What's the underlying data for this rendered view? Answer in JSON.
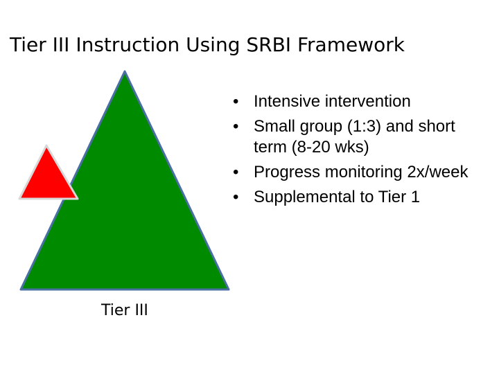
{
  "slide": {
    "title": "Tier III Instruction Using SRBI Framework",
    "bullets": [
      "Intensive intervention",
      "Small group (1:3) and short term (8-20 wks)",
      "Progress monitoring 2x/week",
      "Supplemental to Tier 1"
    ],
    "bullet_glyph": "•",
    "tier_label": "Tier III"
  },
  "colors": {
    "large_triangle_fill": "#008a00",
    "large_triangle_stroke": "#4a6fa5",
    "small_triangle_fill": "#ff0000",
    "small_triangle_stroke": "#d8d8d8"
  }
}
